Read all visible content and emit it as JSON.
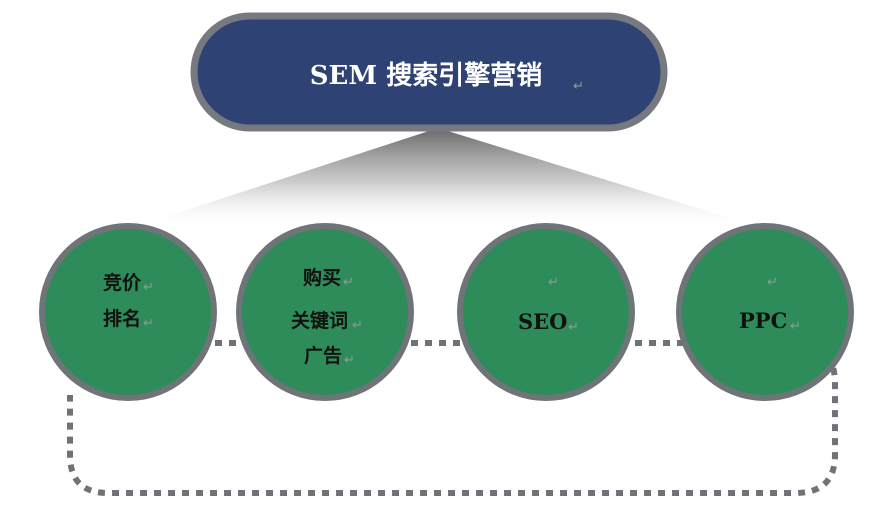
{
  "title": "SEM 搜索引擎营销",
  "title_mark": "↵",
  "nodes": [
    {
      "lines": [
        "竞价",
        "排名"
      ]
    },
    {
      "lines": [
        "购买",
        "关键词",
        "广告"
      ]
    },
    {
      "lines": [
        "SEO"
      ]
    },
    {
      "lines": [
        "PPC"
      ]
    }
  ],
  "line_mark": "↵",
  "colors": {
    "title_fill": "#2e4273",
    "title_stroke": "#767a80",
    "node_fill": "#2e8c5a",
    "node_stroke": "#6e7478",
    "dash": "#6f7378"
  }
}
